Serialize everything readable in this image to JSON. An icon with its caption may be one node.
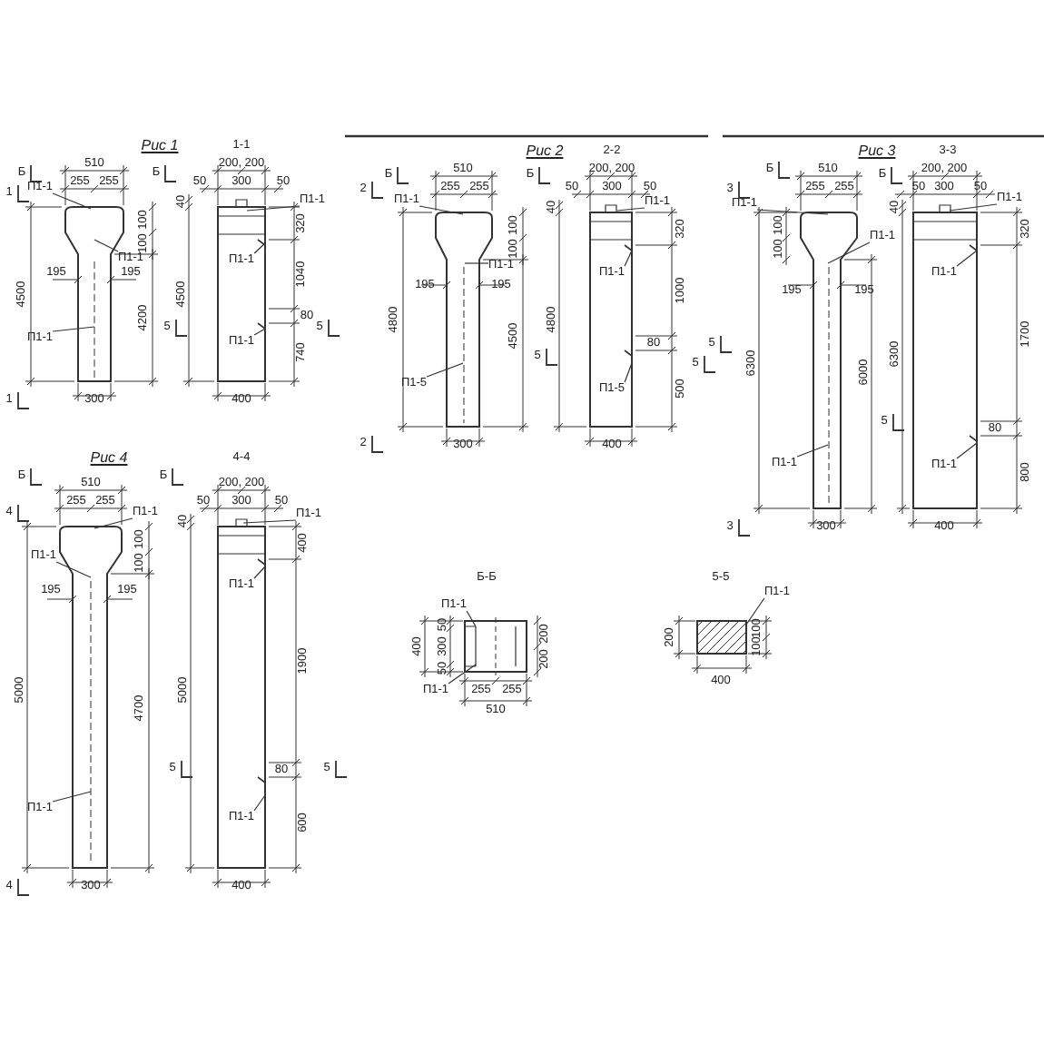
{
  "diagram": {
    "nodes": [
      {
        "text": [
          "П1-1"
        ]
      },
      {
        "text": [
          "П1-1"
        ]
      },
      {
        "text": [
          "П1-1"
        ]
      },
      {
        "text": [
          "П1-1"
        ]
      },
      {
        "text": [
          "П1-1"
        ]
      },
      {
        "text": [
          "П1-1"
        ]
      },
      {
        "text": [
          "П1-1"
        ]
      },
      {
        "text": [
          "П1-1"
        ]
      },
      {
        "text": [
          "П1-5"
        ]
      },
      {
        "text": [
          "П1-1"
        ]
      },
      {
        "text": [
          "П1-1"
        ]
      },
      {
        "text": [
          "П1-5"
        ]
      },
      {
        "text": [
          "П1-1"
        ]
      },
      {
        "text": [
          "П1-1"
        ]
      },
      {
        "text": [
          "П1-1"
        ]
      },
      {
        "text": [
          "П1-1"
        ]
      },
      {
        "text": [
          "П1-1"
        ]
      },
      {
        "text": [
          "П1-1"
        ]
      },
      {
        "text": [
          "П1-1"
        ]
      },
      {
        "text": [
          "П1-1"
        ]
      },
      {
        "text": [
          "П1-1"
        ]
      },
      {
        "text": [
          "П1-1"
        ]
      },
      {
        "text": [
          "П1-1"
        ]
      },
      {
        "text": [
          "П1-1"
        ]
      },
      {
        "text": [
          "П1-1"
        ]
      },
      {
        "text": [
          "П1-1"
        ]
      },
      {
        "text": [
          "П1-1"
        ]
      }
    ],
    "edges": [
      {
        "from": 0,
        "to": null,
        "arrow": "none"
      },
      {
        "from": 1,
        "to": null,
        "arrow": "none"
      },
      {
        "from": 2,
        "to": null,
        "arrow": "none"
      },
      {
        "from": 3,
        "to": null,
        "arrow": "none"
      },
      {
        "from": 4,
        "to": null,
        "arrow": "none"
      },
      {
        "from": 5,
        "to": null,
        "arrow": "none"
      },
      {
        "from": 6,
        "to": null,
        "arrow": "none"
      },
      {
        "from": 7,
        "to": null,
        "arrow": "none"
      },
      {
        "from": 8,
        "to": null,
        "arrow": "none"
      },
      {
        "from": 9,
        "to": null,
        "arrow": "none"
      },
      {
        "from": 10,
        "to": null,
        "arrow": "none"
      },
      {
        "from": 11,
        "to": null,
        "arrow": "none"
      },
      {
        "from": 12,
        "to": null,
        "arrow": "none"
      },
      {
        "from": 13,
        "to": null,
        "arrow": "none"
      },
      {
        "from": 14,
        "to": null,
        "arrow": "none"
      },
      {
        "from": 15,
        "to": null,
        "arrow": "none"
      },
      {
        "from": 16,
        "to": null,
        "arrow": "none"
      },
      {
        "from": 17,
        "to": null,
        "arrow": "none"
      },
      {
        "from": 18,
        "to": null,
        "arrow": "none"
      },
      {
        "from": 19,
        "to": null,
        "arrow": "none"
      },
      {
        "from": 20,
        "to": null,
        "arrow": "none"
      },
      {
        "from": 21,
        "to": null,
        "arrow": "none"
      },
      {
        "from": 22,
        "to": null,
        "arrow": "none"
      },
      {
        "from": 23,
        "to": null,
        "arrow": "none"
      },
      {
        "from": 24,
        "to": null,
        "arrow": "none"
      },
      {
        "from": 25,
        "to": null,
        "arrow": "none"
      },
      {
        "from": 26,
        "to": null,
        "arrow": "none"
      }
    ],
    "labels": [
      "Рис 1",
      "Б",
      "510",
      "Б",
      "1",
      "255",
      "255",
      "1-1",
      "200, 200",
      "50",
      "300",
      "50",
      "40",
      "100",
      "100",
      "195",
      "195",
      "4500",
      "4200",
      "4500",
      "320",
      "1040",
      "80",
      "740",
      "5",
      "5",
      "1",
      "300",
      "400",
      "Рис 2",
      "2-2",
      "Б",
      "510",
      "Б",
      "2",
      "255",
      "255",
      "200, 200",
      "50",
      "300",
      "50",
      "40",
      "100",
      "100",
      "195",
      "195",
      "4800",
      "4500",
      "4800",
      "320",
      "1000",
      "80",
      "500",
      "5",
      "5",
      "2",
      "300",
      "400",
      "Рис 3",
      "3-3",
      "Б",
      "510",
      "Б",
      "3",
      "255",
      "255",
      "200, 200",
      "50",
      "300",
      "50",
      "40",
      "100",
      "100",
      "195",
      "195",
      "6300",
      "6000",
      "6300",
      "320",
      "1700",
      "80",
      "800",
      "5",
      "5",
      "3",
      "300",
      "400",
      "Рис 4",
      "4-4",
      "Б",
      "510",
      "Б",
      "4",
      "255",
      "255",
      "200, 200",
      "50",
      "300",
      "50",
      "40",
      "100",
      "100",
      "195",
      "195",
      "5000",
      "4700",
      "5000",
      "400",
      "1900",
      "80",
      "600",
      "5",
      "5",
      "4",
      "300",
      "400",
      "Б-Б",
      "50",
      "400",
      "300",
      "50",
      "200",
      "200",
      "255",
      "255",
      "510",
      "5-5",
      "200",
      "100",
      "100",
      "400"
    ]
  }
}
